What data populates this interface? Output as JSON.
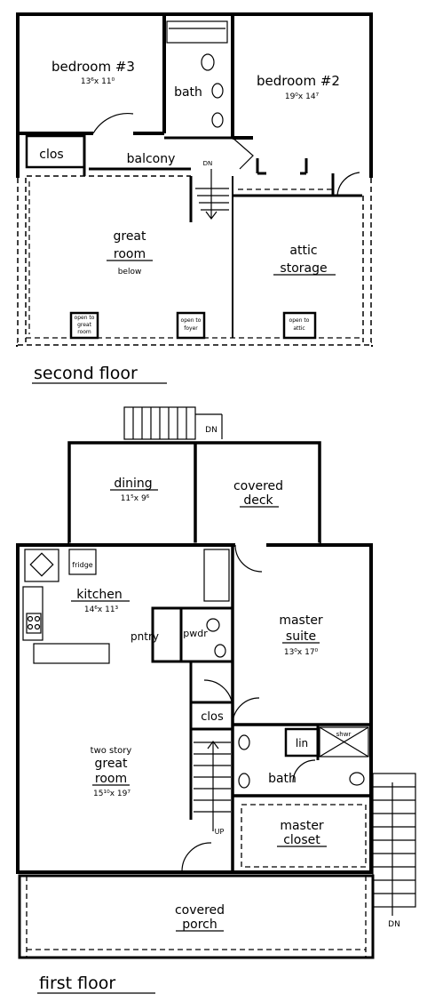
{
  "second_floor": {
    "caption": "second floor",
    "rooms": {
      "bedroom3": {
        "name": "bedroom #3",
        "dims": "13⁶x 11⁰"
      },
      "bath": {
        "name": "bath"
      },
      "bedroom2": {
        "name": "bedroom #2",
        "dims": "19⁰x 14⁷"
      },
      "clos": {
        "name": "clos"
      },
      "balcony": {
        "name": "balcony"
      },
      "dn": {
        "name": "DN"
      },
      "great_room": {
        "line1": "great",
        "line2": "room",
        "line3": "below"
      },
      "attic": {
        "line1": "attic",
        "line2": "storage"
      }
    },
    "openings": [
      {
        "line1": "open to",
        "line2": "great",
        "line3": "room"
      },
      {
        "line1": "open to",
        "line2": "foyer"
      },
      {
        "line1": "open to",
        "line2": "attic"
      }
    ]
  },
  "first_floor": {
    "caption": "first floor",
    "rooms": {
      "stair_dn": {
        "name": "DN"
      },
      "dining": {
        "name": "dining",
        "dims": "11⁵x 9⁶"
      },
      "covered_deck": {
        "line1": "covered",
        "line2": "deck"
      },
      "fridge": {
        "name": "fridge"
      },
      "kitchen": {
        "name": "kitchen",
        "dims": "14⁶x 11³"
      },
      "pantry": {
        "name": "pntry"
      },
      "powder": {
        "name": "pwdr"
      },
      "master_suite": {
        "line1": "master",
        "line2": "suite",
        "dims": "13⁰x 17⁰"
      },
      "closet": {
        "name": "clos"
      },
      "linen": {
        "name": "lin"
      },
      "shower": {
        "name": "shwr"
      },
      "great_room": {
        "line1": "two story",
        "line2": "great",
        "line3": "room",
        "dims": "15¹⁰x 19⁷"
      },
      "bath": {
        "name": "bath"
      },
      "master_closet": {
        "line1": "master",
        "line2": "closet"
      },
      "up": {
        "name": "UP"
      },
      "porch": {
        "line1": "covered",
        "line2": "porch"
      },
      "porch_dn": {
        "name": "DN"
      }
    }
  }
}
